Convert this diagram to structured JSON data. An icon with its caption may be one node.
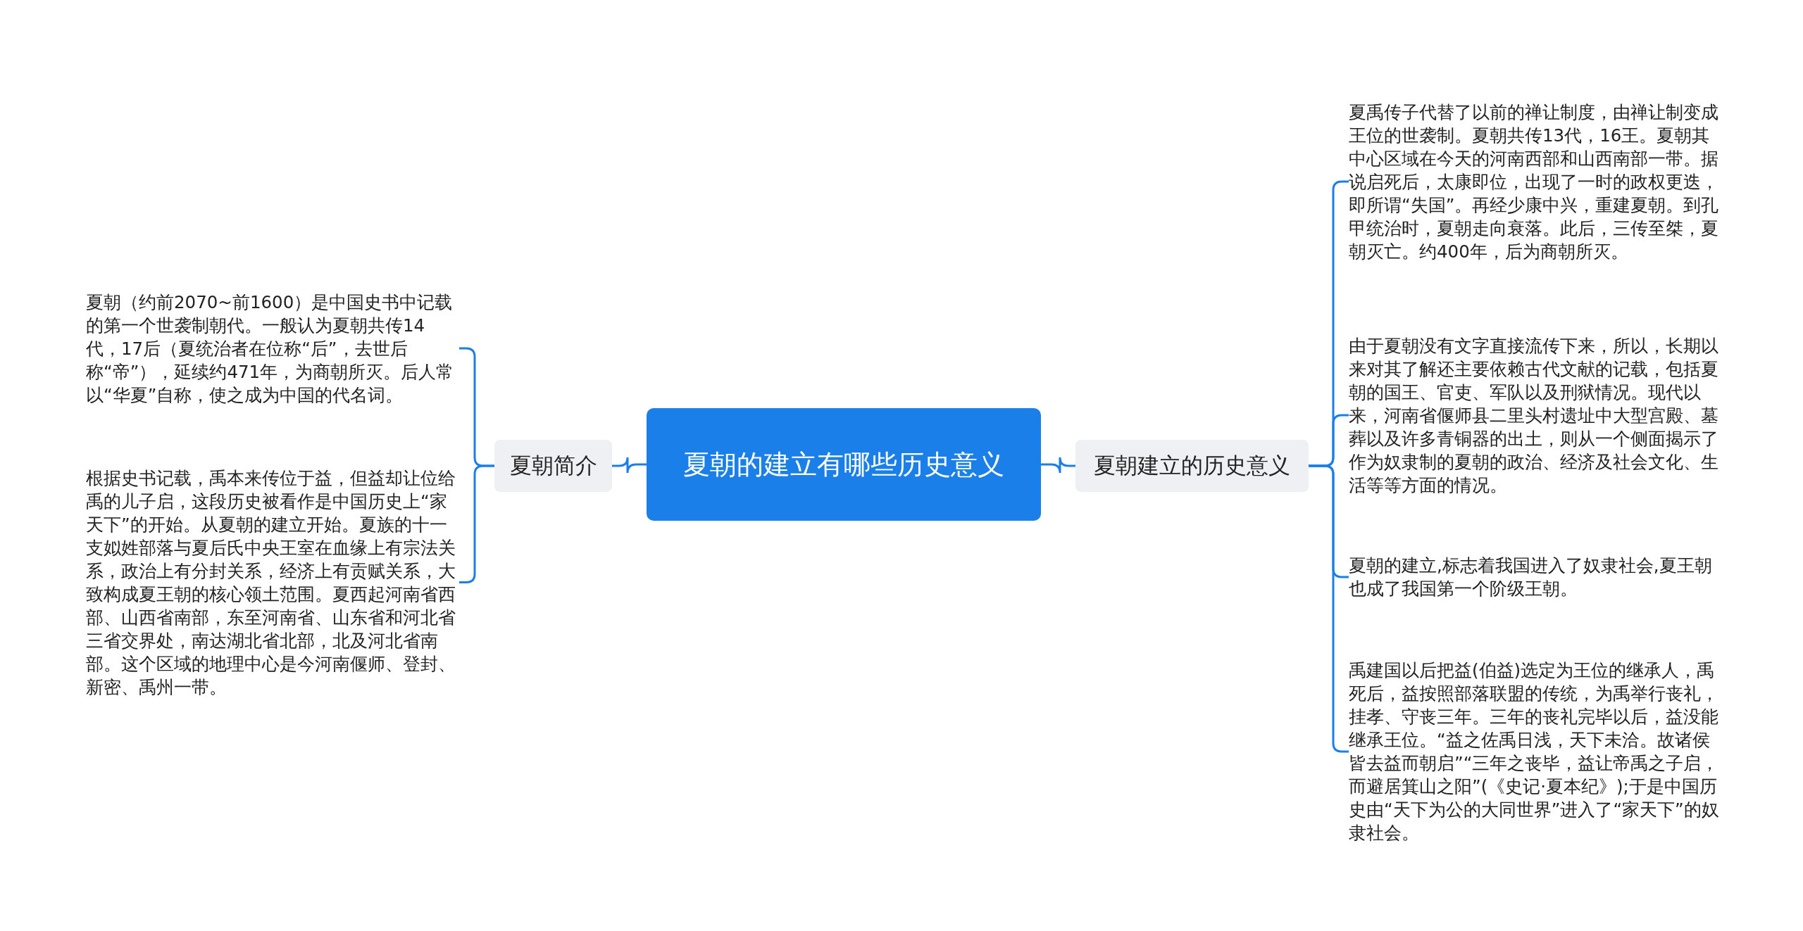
{
  "diagram": {
    "nodes": [
      {
        "text": [
          "夏朝的建立有哪些历史意义"
        ]
      },
      {
        "text": [
          "夏朝简介"
        ]
      },
      {
        "text": [
          "夏朝建立的历史意义"
        ]
      },
      {
        "text": [
          "夏朝（约前2070~前1600）是中国史书中记载的第一个世袭制朝代。一般认为夏朝共传14代，17后（夏统治者在位称“后”，去世后称“帝”），延续约471年，为商朝所灭。后人常以“华夏”自称，使之成为中国的代名词。"
        ]
      },
      {
        "text": [
          "根据史书记载，禹本来传位于益，但益却让位给禹的儿子启，这段历史被看作是中国历史上“家天下”的开始。从夏朝的建立开始。夏族的十一支姒姓部落与夏后氏中央王室在血缘上有宗法关系，政治上有分封关系，经济上有贡赋关系，大致构成夏王朝的核心领土范围。夏西起河南省西部、山西省南部，东至河南省、山东省和河北省三省交界处，南达湖北省北部，北及河北省南部。这个区域的地理中心是今河南偃师、登封、新密、禹州一带。"
        ]
      },
      {
        "text": [
          "夏禹传子代替了以前的禅让制度，由禅让制变成王位的世袭制。夏朝共传13代，16王。夏朝其中心区域在今天的河南西部和山西南部一带。据说启死后，太康即位，出现了一时的政权更迭，即所谓“失国”。再经少康中兴，重建夏朝。到孔甲统治时，夏朝走向衰落。此后，三传至桀，夏朝灭亡。约400年，后为商朝所灭。"
        ]
      },
      {
        "text": [
          "由于夏朝没有文字直接流传下来，所以，长期以来对其了解还主要依赖古代文献的记载，包括夏朝的国王、官吏、军队以及刑狱情况。现代以来，河南省偃师县二里头村遗址中大型宫殿、墓葬以及许多青铜器的出土，则从一个侧面揭示了作为奴隶制的夏朝的政治、经济及社会文化、生活等等方面的情况。"
        ]
      },
      {
        "text": [
          "夏朝的建立,标志着我国进入了奴隶社会,夏王朝也成了我国第一个阶级王朝。"
        ]
      },
      {
        "text": [
          "禹建国以后把益(伯益)选定为王位的继承人，禹死后，益按照部落联盟的传统，为禹举行丧礼，挂孝、守丧三年。三年的丧礼完毕以后，益没能继承王位。“益之佐禹日浅，天下未洽。故诸侯皆去益而朝启”“三年之丧毕，益让帝禹之子启，而避居箕山之阳”(《史记·夏本纪》);于是中国历史由“天下为公的大同世界”进入了“家天下”的奴隶社会。"
        ]
      }
    ],
    "edges": [
      {
        "from": 0,
        "to": 1,
        "arrow": "none"
      },
      {
        "from": 0,
        "to": 2,
        "arrow": "none"
      },
      {
        "from": 1,
        "to": 3,
        "arrow": "none"
      },
      {
        "from": 1,
        "to": 4,
        "arrow": "none"
      },
      {
        "from": 2,
        "to": 5,
        "arrow": "none"
      },
      {
        "from": 2,
        "to": 6,
        "arrow": "none"
      },
      {
        "from": 2,
        "to": 7,
        "arrow": "none"
      },
      {
        "from": 2,
        "to": 8,
        "arrow": "none"
      }
    ]
  }
}
